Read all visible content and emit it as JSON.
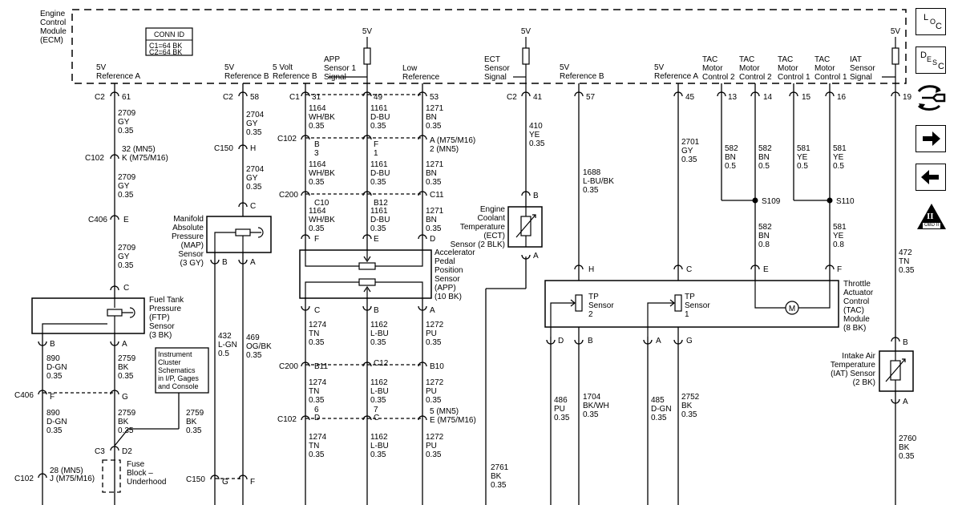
{
  "ecm": {
    "name": [
      "Engine",
      "Control",
      "Module",
      "(ECM)"
    ],
    "conn_title": "CONN ID",
    "conn_rows": [
      "C1=64 BK",
      "C2=64 BK"
    ]
  },
  "supply_label": "5V",
  "ecm_signals": [
    [
      "5V",
      "Reference A"
    ],
    [
      "5V",
      "Reference B"
    ],
    [
      "5 Volt",
      "Reference B"
    ],
    [
      "APP",
      "Sensor 1",
      "Signal"
    ],
    [
      "Low",
      "Reference"
    ],
    [
      "ECT",
      "Sensor",
      "Signal"
    ],
    [
      "5V",
      "Reference B"
    ],
    [
      "5V",
      "Reference A"
    ],
    [
      "TAC",
      "Motor",
      "Control 2"
    ],
    [
      "TAC",
      "Motor",
      "Control 2"
    ],
    [
      "TAC",
      "Motor",
      "Control 1"
    ],
    [
      "TAC",
      "Motor",
      "Control 1"
    ],
    [
      "IAT",
      "Sensor",
      "Signal"
    ]
  ],
  "connector_labels": [
    "C2",
    "C2",
    "C1",
    "C2",
    "C102",
    "C406",
    "C406",
    "C102",
    "C150",
    "C150",
    "C102",
    "C200",
    "C200",
    "C102",
    "C3"
  ],
  "pins": [
    "61",
    "58",
    "31",
    "49",
    "53",
    "41",
    "57",
    "45",
    "13",
    "14",
    "15",
    "16",
    "19",
    "E",
    "H",
    "G",
    "D2",
    "B",
    "A",
    "C",
    "F",
    "K (M75/M16)",
    "J (M75/M16)",
    "32 (MN5)",
    "28 (MN5)",
    "3",
    "1",
    "2 (MN5)",
    "A (M75/M16)",
    "C10",
    "B12",
    "C11",
    "B11",
    "C12",
    "B10",
    "6",
    "7",
    "5 (MN5)",
    "E (M75/M16)",
    "D"
  ],
  "wires": [
    [
      "2709",
      "GY",
      "0.35"
    ],
    [
      "890",
      "D-GN",
      "0.35"
    ],
    [
      "2759",
      "BK",
      "0.35"
    ],
    [
      "2704",
      "GY",
      "0.35"
    ],
    [
      "432",
      "L-GN",
      "0.5"
    ],
    [
      "469",
      "OG/BK",
      "0.35"
    ],
    [
      "1164",
      "WH/BK",
      "0.35"
    ],
    [
      "1161",
      "D-BU",
      "0.35"
    ],
    [
      "1271",
      "BN",
      "0.35"
    ],
    [
      "1274",
      "TN",
      "0.35"
    ],
    [
      "1162",
      "L-BU",
      "0.35"
    ],
    [
      "1272",
      "PU",
      "0.35"
    ],
    [
      "410",
      "YE",
      "0.35"
    ],
    [
      "2761",
      "BK",
      "0.35"
    ],
    [
      "1688",
      "L-BU/BK",
      "0.35"
    ],
    [
      "2701",
      "GY",
      "0.35"
    ],
    [
      "582",
      "BN",
      "0.5"
    ],
    [
      "581",
      "YE",
      "0.5"
    ],
    [
      "582",
      "BN",
      "0.8"
    ],
    [
      "581",
      "YE",
      "0.8"
    ],
    [
      "472",
      "TN",
      "0.35"
    ],
    [
      "486",
      "PU",
      "0.35"
    ],
    [
      "1704",
      "BK/WH",
      "0.35"
    ],
    [
      "485",
      "D-GN",
      "0.35"
    ],
    [
      "2752",
      "BK",
      "0.35"
    ],
    [
      "2760",
      "BK",
      "0.35"
    ]
  ],
  "splices": [
    "S109",
    "S110"
  ],
  "components": {
    "ftp": [
      "Fuel Tank",
      "Pressure",
      "(FTP)",
      "Sensor",
      "(3 BK)"
    ],
    "map": [
      "Manifold",
      "Absolute",
      "Pressure",
      "(MAP)",
      "Sensor",
      "(3 GY)"
    ],
    "app": [
      "Accelerator",
      "Pedal",
      "Position",
      "Sensor",
      "(APP)",
      "(10 BK)"
    ],
    "ect": [
      "Engine",
      "Coolant",
      "Temperature",
      "(ECT)",
      "Sensor (2 BLK)"
    ],
    "tac": [
      "Throttle",
      "Actuator",
      "Control",
      "(TAC)",
      "Module",
      "(8 BK)"
    ],
    "tp2": [
      "TP",
      "Sensor",
      "2"
    ],
    "tp1": [
      "TP",
      "Sensor",
      "1"
    ],
    "iat": [
      "Intake Air",
      "Temperature",
      "(IAT) Sensor",
      "(2 BK)"
    ],
    "motor": "M",
    "ref_box": [
      "Instrument",
      "Cluster",
      "Schematics",
      "in I/P, Gages",
      "and Console"
    ],
    "fuse_block": [
      "Fuse",
      "Block –",
      "Underhood"
    ]
  },
  "sidebar": {
    "loc": [
      "L",
      "O",
      "C"
    ],
    "desc": [
      "D",
      "E",
      "S",
      "C"
    ],
    "obd_numeral": "II",
    "obd_text": "OBD II"
  }
}
